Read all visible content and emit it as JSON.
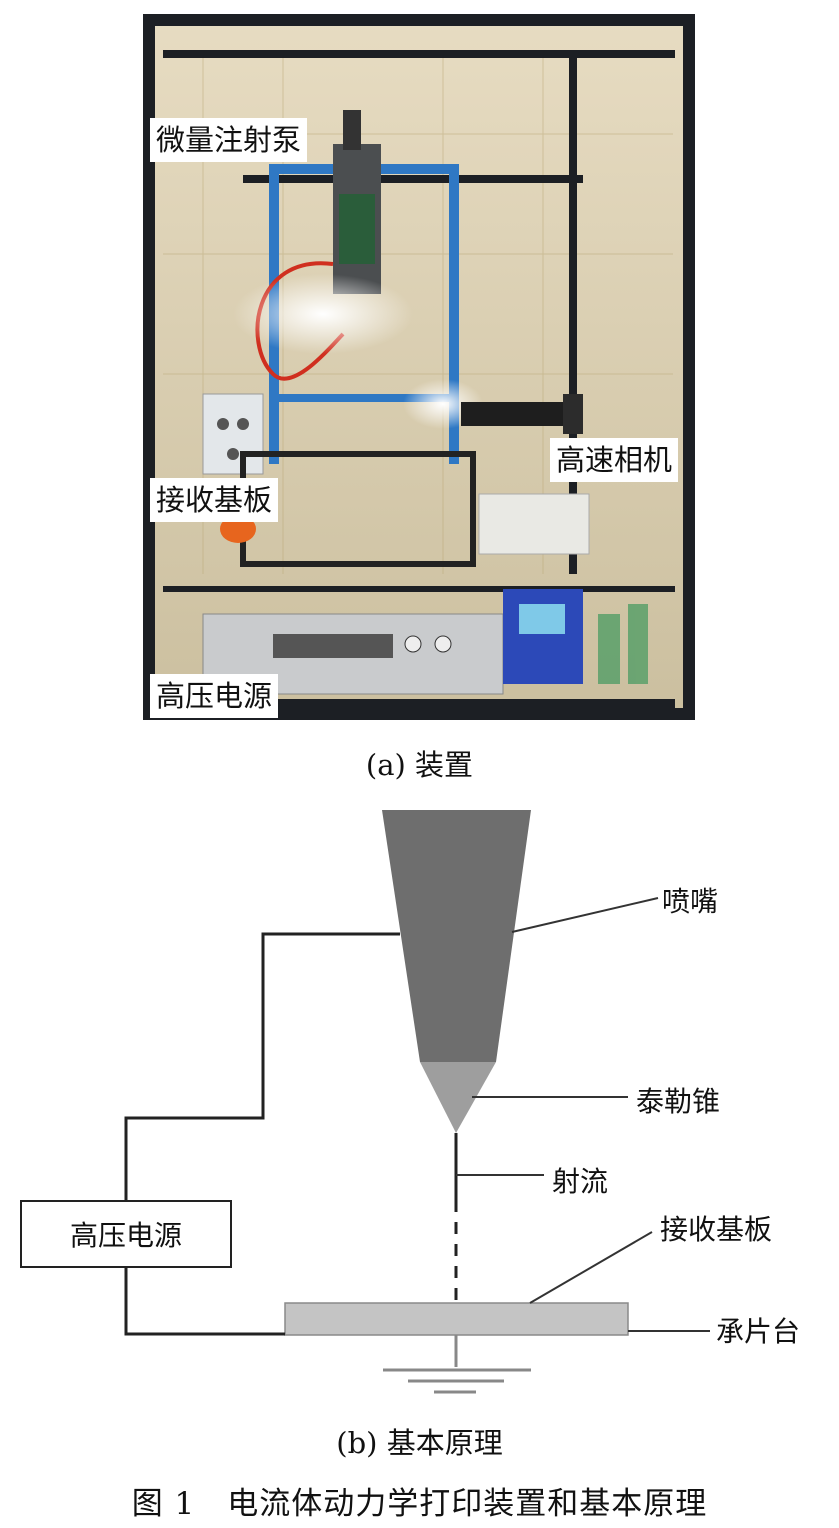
{
  "panel_a": {
    "labels": {
      "syringe_pump": "微量注射泵",
      "high_speed_camera": "高速相机",
      "receiving_substrate": "接收基板",
      "high_voltage_supply": "高压电源"
    },
    "caption": "(a) 装置"
  },
  "panel_b": {
    "labels": {
      "nozzle": "喷嘴",
      "taylor_cone": "泰勒锥",
      "jet": "射流",
      "receiving_substrate": "接收基板",
      "stage": "承片台",
      "high_voltage_supply": "高压电源"
    },
    "caption": "(b) 基本原理"
  },
  "figure_title": "图 1　电流体动力学打印装置和基本原理",
  "colors": {
    "nozzle": "#6e6e6e",
    "taylor_cone": "#9e9e9e",
    "substrate": "#c4c4c4",
    "frame": "#1c1f24",
    "rail_blue": "#2f78c4",
    "backdrop": "#d9cdb2"
  }
}
